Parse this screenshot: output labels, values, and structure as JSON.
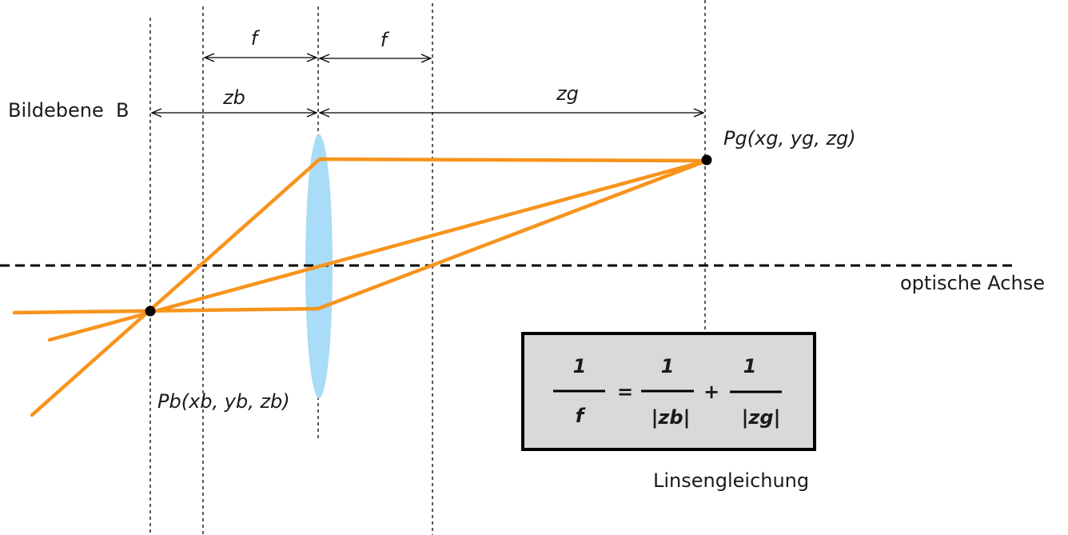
{
  "labels": {
    "image_plane": "Bildebene  B",
    "focal_left": "f",
    "focal_right": "f",
    "zb": "zb",
    "zg": "zg",
    "object_point": "Pg(xg, yg, zg)",
    "image_point": "Pb(xb, yb, zb)",
    "optical_axis": "optische Achse",
    "equation_caption": "Linsengleichung"
  },
  "equation": {
    "lhs_num": "1",
    "lhs_den": "f",
    "equals": "=",
    "t1_num": "1",
    "t1_den": "|zb|",
    "plus": "+",
    "t2_num": "1",
    "t2_den": "|zg|"
  },
  "colors": {
    "rays": "#f7941d",
    "lens": "#a8dcf7",
    "box_fill": "#d9d9d9",
    "ink": "#000000"
  }
}
